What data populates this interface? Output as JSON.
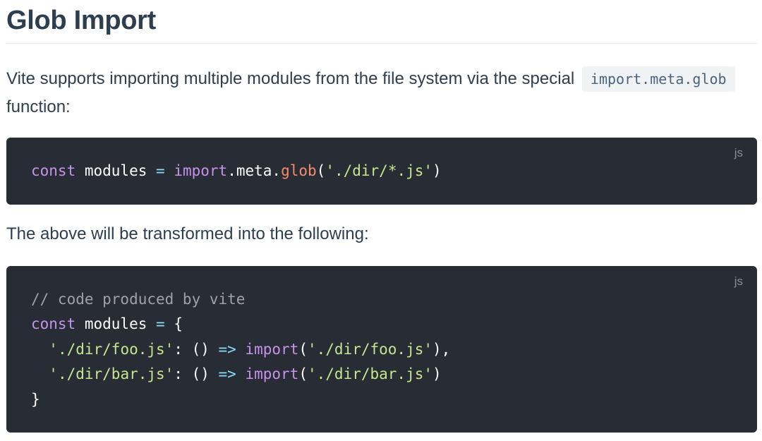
{
  "heading": "Glob Import",
  "paragraph1": {
    "text": "Vite supports importing multiple modules from the file system via the special",
    "inline_code": "import.meta.glob",
    "text_after": "function:"
  },
  "paragraph2": "The above will be transformed into the following:",
  "code_block_1": {
    "lang": "js",
    "line1": {
      "const": "const",
      "name": " modules ",
      "eq": "=",
      "sp": " ",
      "import": "import",
      "dot1": ".",
      "meta": "meta",
      "dot2": ".",
      "glob": "glob",
      "open": "(",
      "arg": "'./dir/*.js'",
      "close": ")"
    }
  },
  "code_block_2": {
    "lang": "js",
    "line1": "// code produced by vite",
    "line2": {
      "const": "const",
      "name": " modules ",
      "eq": "=",
      "brace": " {"
    },
    "line3": {
      "indent": "  ",
      "key": "'./dir/foo.js'",
      "colon": ": () ",
      "arrow": "=>",
      "sp": " ",
      "import": "import",
      "open": "(",
      "arg": "'./dir/foo.js'",
      "close": "),"
    },
    "line4": {
      "indent": "  ",
      "key": "'./dir/bar.js'",
      "colon": ": () ",
      "arrow": "=>",
      "sp": " ",
      "import": "import",
      "open": "(",
      "arg": "'./dir/bar.js'",
      "close": ")"
    },
    "line5": "}"
  }
}
